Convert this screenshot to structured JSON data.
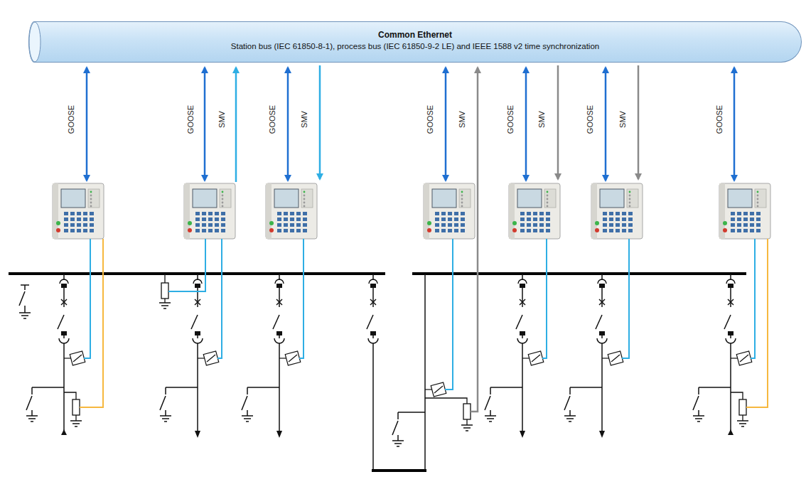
{
  "diagram": {
    "nodes": [
      {
        "text": [
          "Common Ethernet",
          "Station bus (IEC 61850-8-1), process bus (IEC 61850-9-2 LE) and IEEE 1588 v2 time synchronization"
        ]
      }
    ],
    "labels": [
      "GOOSE",
      "GOOSE",
      "SMV",
      "GOOSE",
      "SMV",
      "GOOSE",
      "SMV",
      "GOOSE",
      "SMV",
      "GOOSE",
      "SMV",
      "GOOSE"
    ]
  }
}
